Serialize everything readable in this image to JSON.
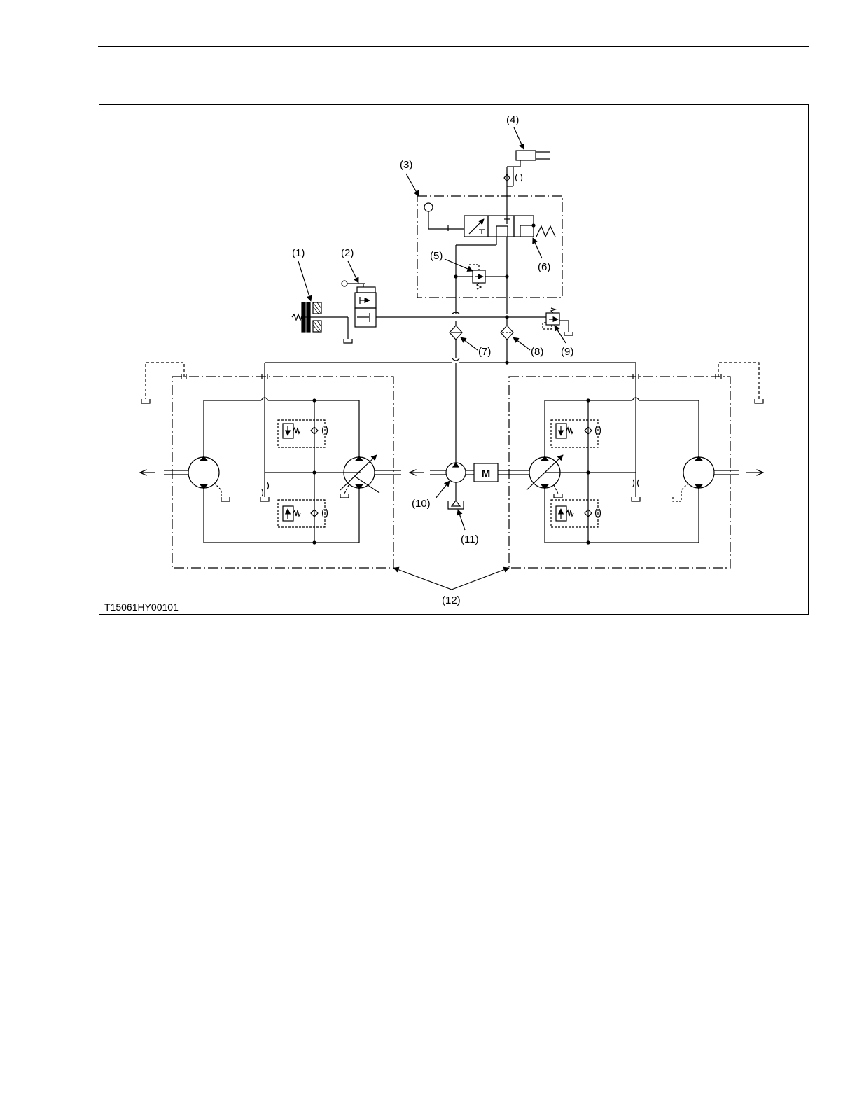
{
  "figure": {
    "code": "T15061HY00101",
    "labels": {
      "l1": "(1)",
      "l2": "(2)",
      "l3": "(3)",
      "l4": "(4)",
      "l5": "(5)",
      "l6": "(6)",
      "l7": "(7)",
      "l8": "(8)",
      "l9": "(9)",
      "l10": "(10)",
      "l11": "(11)",
      "l12": "(12)"
    },
    "motor_symbol": "M"
  }
}
